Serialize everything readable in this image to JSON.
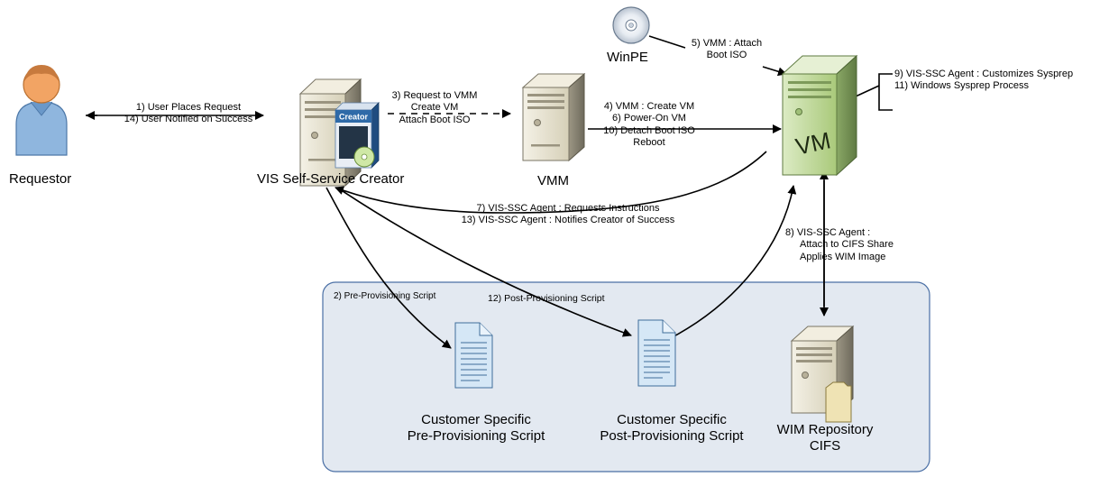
{
  "nodes": {
    "requestor": "Requestor",
    "creator": "VIS Self-Service Creator",
    "vmm": "VMM",
    "winpe": "WinPE",
    "vm_badge": "VM",
    "creator_box_text": "Creator",
    "pre_script": [
      "Customer Specific",
      "Pre-Provisioning Script"
    ],
    "post_script": [
      "Customer Specific",
      "Post-Provisioning Script"
    ],
    "wim_repo": [
      "WIM Repository",
      "CIFS"
    ]
  },
  "steps": {
    "s1": "1) User Places Request",
    "s14": "14) User Notified on Success",
    "s3": [
      "3) Request to VMM",
      "Create VM",
      "Attach Boot ISO"
    ],
    "s5": [
      "5) VMM : Attach",
      "Boot ISO"
    ],
    "s4": "4) VMM : Create VM",
    "s6": "6) Power-On VM",
    "s10": "10) Detach Boot ISO",
    "s10b": "Reboot",
    "s9": "9) VIS-SSC Agent : Customizes Sysprep",
    "s11": "11) Windows Sysprep Process",
    "s7": "7) VIS-SSC Agent : Requests Instructions",
    "s13": "13) VIS-SSC Agent : Notifies Creator of Success",
    "s8": [
      "8) VIS-SSC Agent :",
      "Attach to CIFS Share",
      "Applies WIM Image"
    ],
    "s2": "2) Pre-Provisioning Script",
    "s12": "12) Post-Provisioning Script"
  },
  "colors": {
    "panel_fill": "#e3e9f1",
    "panel_stroke": "#4a6fa5",
    "server_body": "#e6e1cf",
    "vm_body": "#c4dba2",
    "doc_fill": "#d5e7f6",
    "person_body": "#8fb6de",
    "person_head": "#f2a464"
  }
}
